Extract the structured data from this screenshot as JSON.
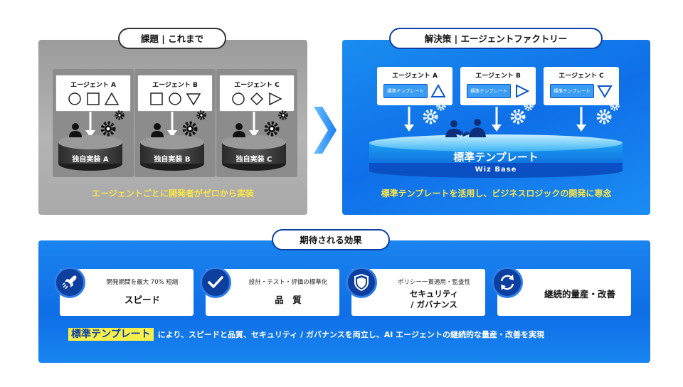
{
  "left_panel": {
    "header": "課題 | これまで",
    "agents": [
      {
        "name": "エージェント A",
        "db_label": "独自実装 A",
        "shapes": [
          "circle",
          "square",
          "triangle-up"
        ]
      },
      {
        "name": "エージェント B",
        "db_label": "独自実装 B",
        "shapes": [
          "square",
          "circle",
          "triangle-down"
        ]
      },
      {
        "name": "エージェント C",
        "db_label": "独自実装 C",
        "shapes": [
          "circle",
          "diamond",
          "triangle-right"
        ]
      }
    ],
    "caption": "エージェントごとに開発者がゼロから実装"
  },
  "right_panel": {
    "header": "解決策 | エージェントファクトリー",
    "agents": [
      {
        "name": "エージェント A",
        "template": "標準テンプレート",
        "shape": "triangle-up"
      },
      {
        "name": "エージェント B",
        "template": "標準テンプレート",
        "shape": "triangle-right"
      },
      {
        "name": "エージェント C",
        "template": "標準テンプレート",
        "shape": "triangle-down"
      }
    ],
    "platform_title": "標準テンプレート",
    "platform_base": "Wiz Base",
    "caption": "標準テンプレートを活用し、ビジネスロジックの開発に専念"
  },
  "bottom_panel": {
    "header": "期待される効果",
    "effects": [
      {
        "sub": "開発期間を最大 70% 短縮",
        "main": "スピード",
        "icon": "rocket-icon"
      },
      {
        "sub": "設計・テスト・評価の標準化",
        "main": "品　質",
        "icon": "check-icon"
      },
      {
        "sub": "ポリシー一貫適用・監査性",
        "main": "セキュリティ\n/ ガバナンス",
        "icon": "shield-icon"
      },
      {
        "sub": "",
        "main": "継続的量産・改善",
        "icon": "refresh-icon"
      }
    ],
    "caption_highlight": "標準テンプレート",
    "caption_rest": "により、スピードと品質、セキュリティ / ガバナンスを両立し、AI エージェントの継続的な量産・改善を実現"
  },
  "colors": {
    "accent_blue": "#0f6fe8",
    "navy": "#0b3fa6",
    "highlight_yellow": "#f8e54a"
  }
}
